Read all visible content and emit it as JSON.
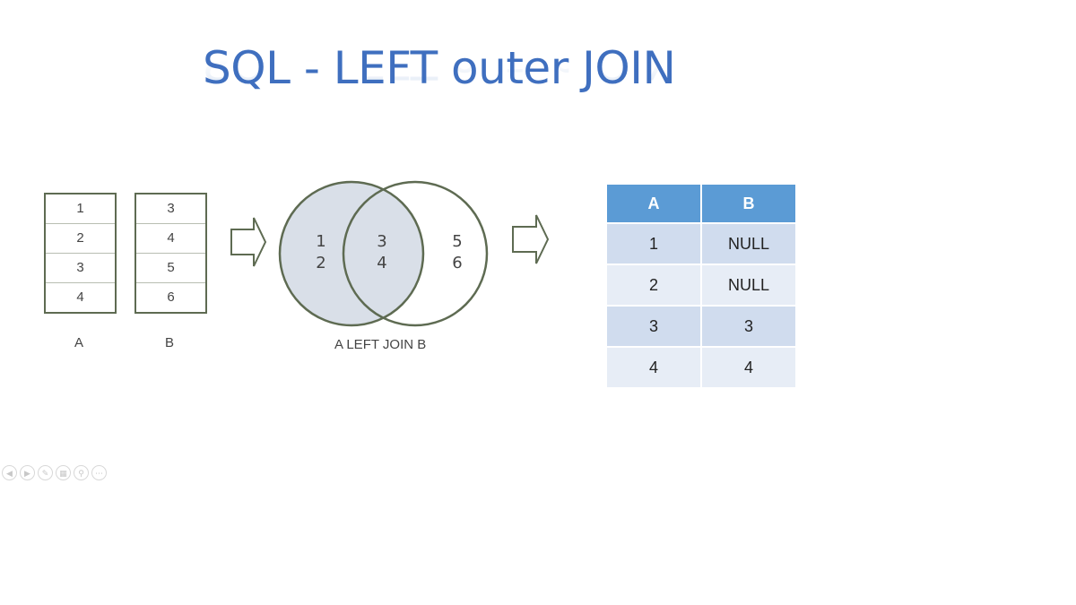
{
  "title": "SQL - LEFT outer JOIN",
  "colors": {
    "title": "#3f6fbf",
    "stroke": "#5e6b52",
    "venn_fill": "#d9dfe8",
    "header_bg": "#5b9bd5",
    "row_dark": "#d0dcee",
    "row_light": "#e7edf6"
  },
  "table_a": {
    "label": "A",
    "values": [
      "1",
      "2",
      "3",
      "4"
    ]
  },
  "table_b": {
    "label": "B",
    "values": [
      "3",
      "4",
      "5",
      "6"
    ]
  },
  "venn": {
    "left_only": [
      "1",
      "2"
    ],
    "overlap": [
      "3",
      "4"
    ],
    "right_only": [
      "5",
      "6"
    ],
    "caption": "A LEFT JOIN B"
  },
  "result": {
    "headers": [
      "A",
      "B"
    ],
    "rows": [
      [
        "1",
        "NULL"
      ],
      [
        "2",
        "NULL"
      ],
      [
        "3",
        "3"
      ],
      [
        "4",
        "4"
      ]
    ]
  },
  "toolbar_icons": [
    "previous-icon",
    "next-icon",
    "pen-icon",
    "slides-icon",
    "zoom-icon",
    "more-icon"
  ]
}
